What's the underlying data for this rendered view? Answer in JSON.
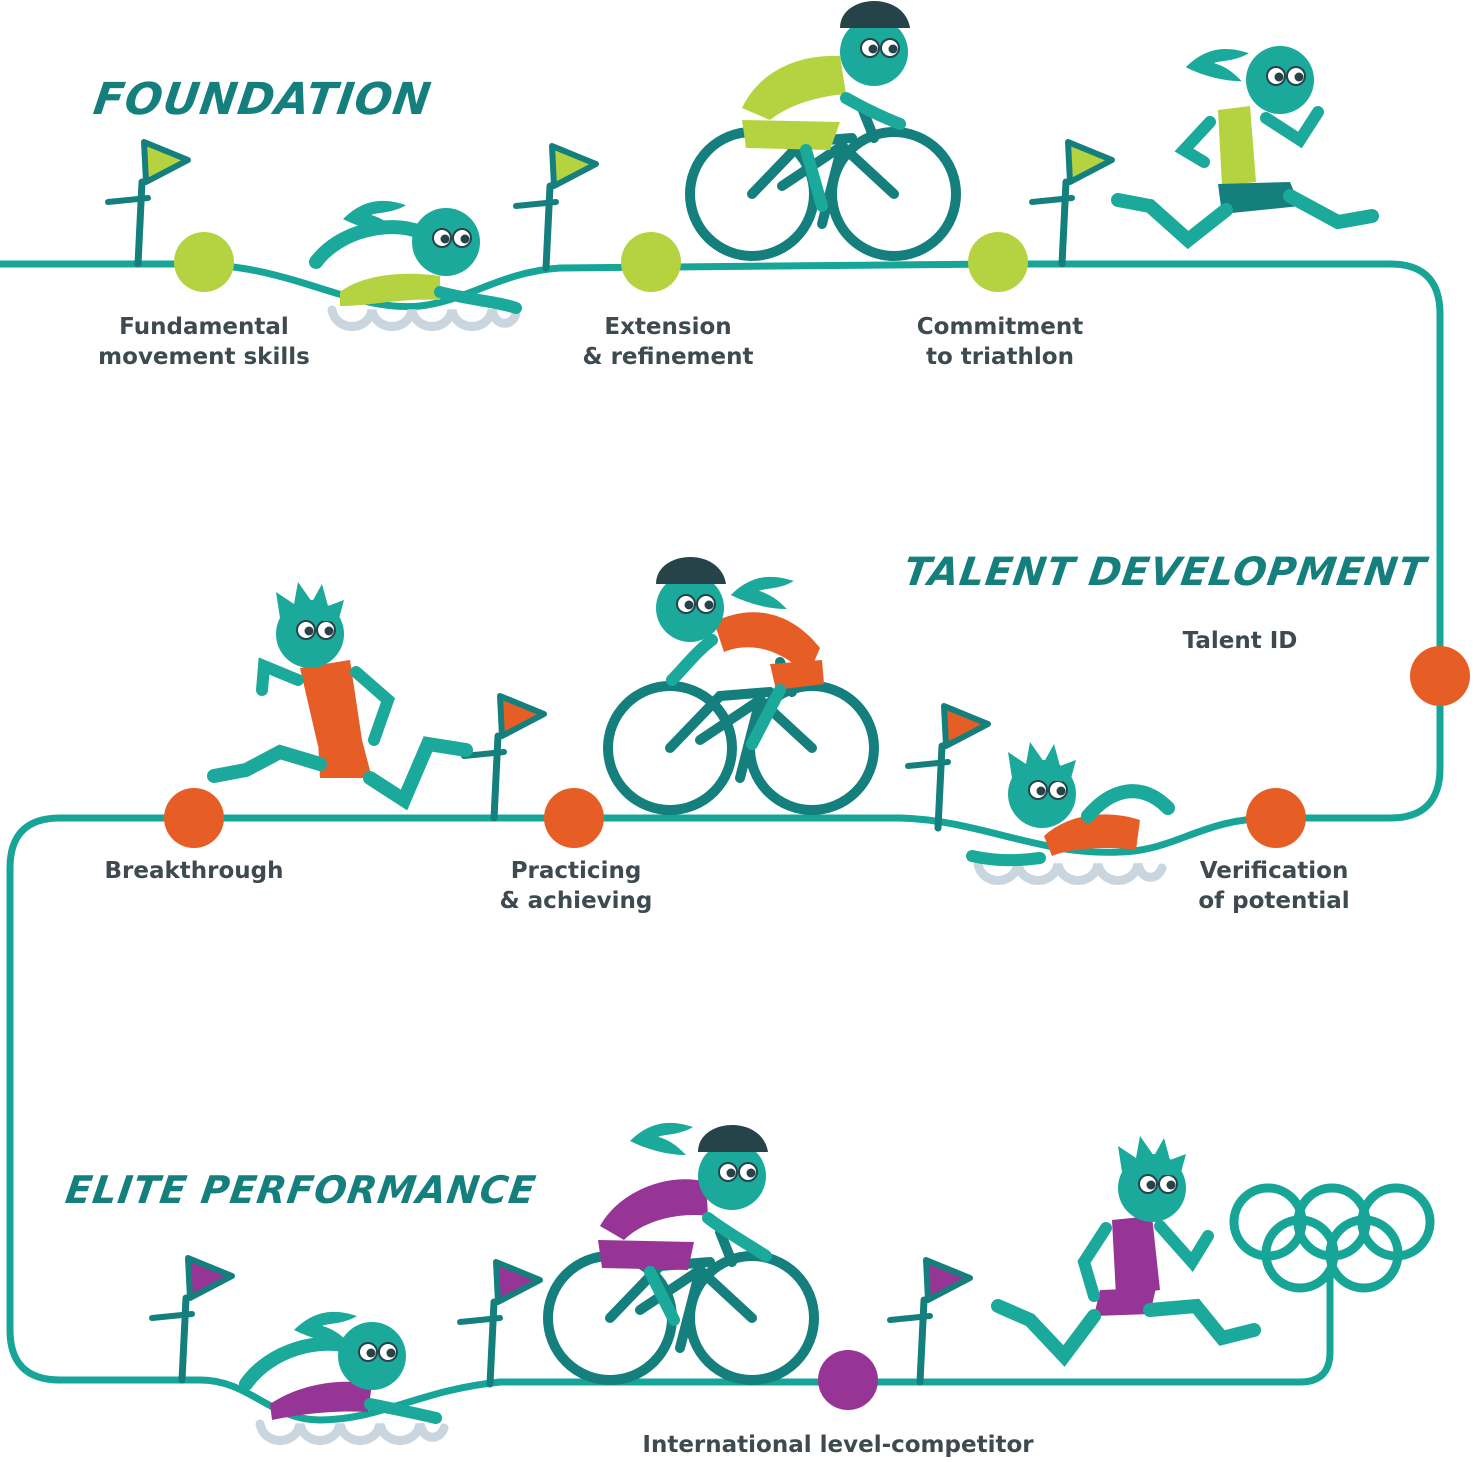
{
  "phases": {
    "foundation": "FOUNDATION",
    "talent_development": "TALENT DEVELOPMENT",
    "elite_performance": "ELITE PERFORMANCE"
  },
  "stages": {
    "fundamental": [
      "Fundamental",
      "movement skills"
    ],
    "extension": [
      "Extension",
      "& refinement"
    ],
    "commitment": [
      "Commitment",
      "to triathlon"
    ],
    "talent_id": [
      "Talent ID"
    ],
    "verification": [
      "Verification",
      "of potential"
    ],
    "practicing": [
      "Practicing",
      "& achieving"
    ],
    "breakthrough": [
      "Breakthrough"
    ],
    "international": [
      "International level-competitor"
    ]
  },
  "colors": {
    "path": "#16a597",
    "teal_dark": "#147f7c",
    "teal_light": "#1aa99a",
    "foundation": "#b5d340",
    "talent": "#e65e25",
    "elite": "#973596",
    "water": "#c9d6df",
    "text": "#3d4a4f",
    "helmet": "#26434a"
  },
  "icons": [
    "flag-icon",
    "swimmer-icon",
    "cyclist-icon",
    "runner-icon",
    "olympic-rings-icon",
    "water-waves-icon"
  ]
}
